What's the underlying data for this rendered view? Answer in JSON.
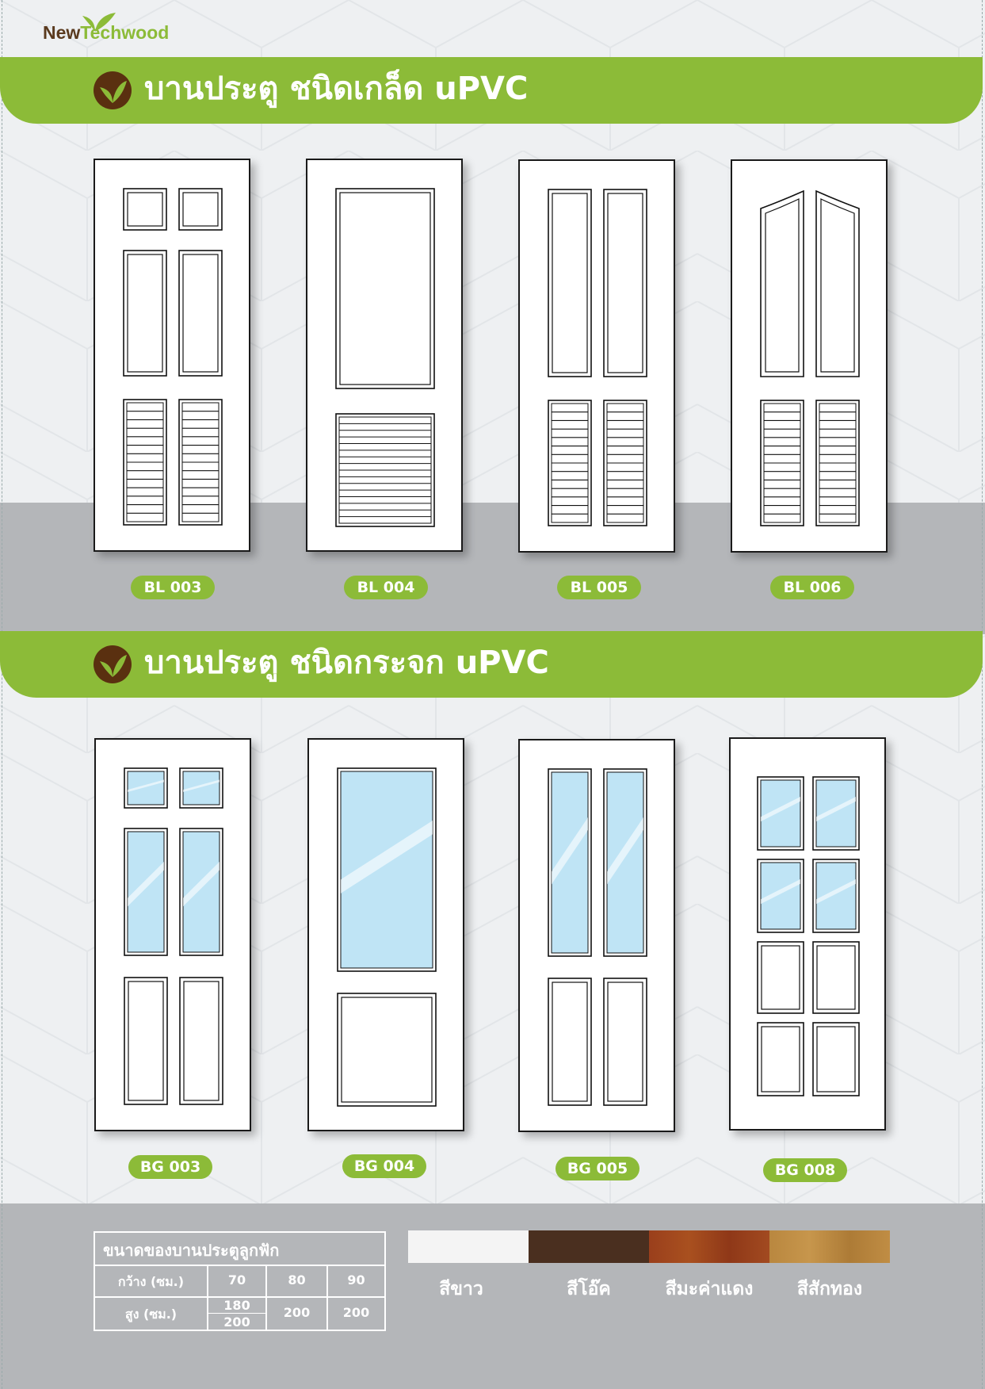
{
  "brand": {
    "part1": "New",
    "part2": "Techwood"
  },
  "sections": [
    {
      "title": "บานประตู ชนิดเกล็ด uPVC",
      "codes": [
        "BL 003",
        "BL 004",
        "BL 005",
        "BL 006"
      ]
    },
    {
      "title": "บานประตู ชนิดกระจก uPVC",
      "codes": [
        "BG 003",
        "BG 004",
        "BG 005",
        "BG 008"
      ]
    }
  ],
  "size_table": {
    "title": "ขนาดของบานประตูลูกฟัก",
    "width_label": "กว้าง (ซม.)",
    "widths": [
      "70",
      "80",
      "90"
    ],
    "height_label": "สูง (ซม.)",
    "heights_col1": [
      "180",
      "200"
    ],
    "heights_col2": "200",
    "heights_col3": "200"
  },
  "colors": [
    {
      "label": "สีขาว",
      "hex": "#f4f4f4"
    },
    {
      "label": "สีโอ๊ค",
      "hex": "#4a2f1f"
    },
    {
      "label": "สีมะค่าแดง",
      "hex": "#9a3f1c"
    },
    {
      "label": "สีสักทอง",
      "hex": "#b9873f"
    }
  ],
  "accent": "#8cbb38"
}
